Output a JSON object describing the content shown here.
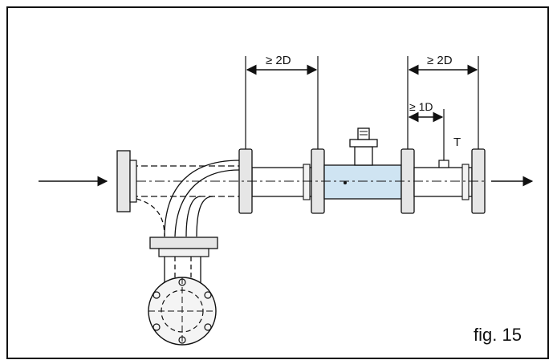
{
  "figure": {
    "caption": "fig. 15",
    "label_T": "T",
    "dims": {
      "upstream": "≥ 2D",
      "downstream": "≥ 2D",
      "temp_sensor": "≥ 1D"
    },
    "colors": {
      "meter_body": "#cfe4f2",
      "flange": "#e6e6e6",
      "line": "#111111"
    }
  }
}
